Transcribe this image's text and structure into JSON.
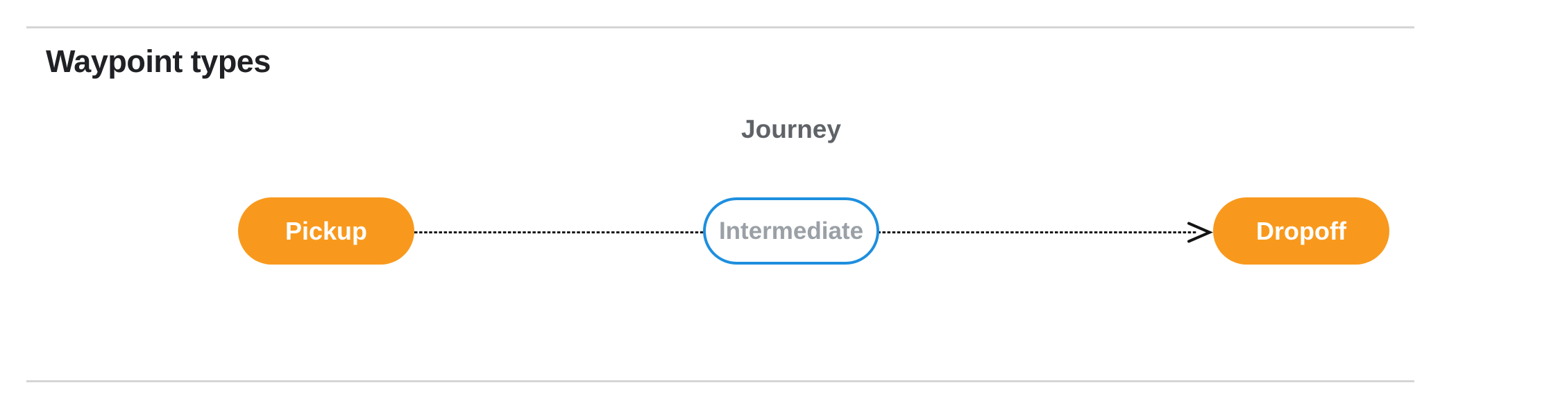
{
  "section": {
    "title": "Waypoint types"
  },
  "figure": {
    "caption": "Journey",
    "nodes": [
      {
        "label": "Pickup",
        "kind": "pickup"
      },
      {
        "label": "Intermediate",
        "kind": "intermediate"
      },
      {
        "label": "Dropoff",
        "kind": "dropoff"
      }
    ],
    "connector": {
      "style": "dashed-arrow",
      "from": "Pickup",
      "through": "Intermediate",
      "to": "Dropoff"
    }
  },
  "colors": {
    "node-orange": "#F8991D",
    "node-blue": "#1E8FDE",
    "intermediate-text": "#9AA0A6",
    "caption": "#5F6368",
    "heading": "#202124",
    "divider": "#D5D5D5",
    "connector": "#141414"
  }
}
